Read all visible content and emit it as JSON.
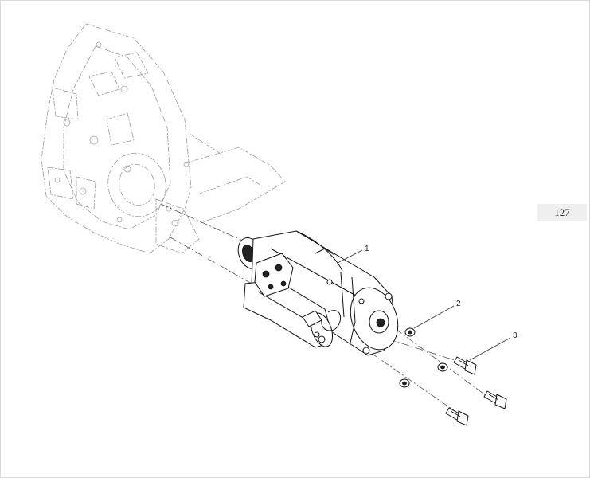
{
  "page": {
    "page_number": "127"
  },
  "callouts": [
    {
      "id": "starter-motor",
      "label": "1"
    },
    {
      "id": "washer",
      "label": "2"
    },
    {
      "id": "bolt",
      "label": "3"
    }
  ]
}
